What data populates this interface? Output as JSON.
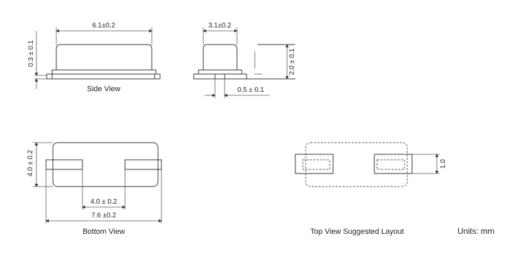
{
  "side_view": {
    "label": "Side View",
    "length_dim": "6.1±0.2",
    "standoff_dim": "0.3 ± 0.1"
  },
  "end_view": {
    "width_dim": "3.1±0.2",
    "height_dim": "2.0 ± 0.1",
    "pad_dim": "0.5 ± 0.1"
  },
  "bottom_view": {
    "label": "Bottom View",
    "height_dim": "4.0 ± 0.2",
    "pad_gap_dim": "4.0  ± 0.2",
    "overall_dim": "7.6 ±0.2"
  },
  "top_view": {
    "label": "Top View Suggested Layout",
    "pad_dim": "1.0"
  },
  "units": "Units: mm"
}
